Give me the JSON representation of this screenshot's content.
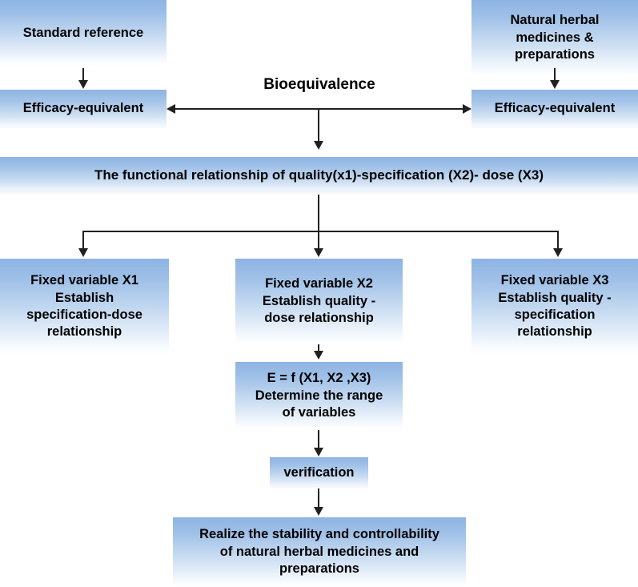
{
  "diagram": {
    "title_label": "Bioequivalence",
    "nodes": {
      "standard_reference": "Standard reference",
      "natural_herbal": "Natural herbal medicines & preparations",
      "natural_herbal_lines": [
        "Natural herbal",
        "medicines &",
        "preparations"
      ],
      "efficacy_equivalent_left": "Efficacy-equivalent",
      "efficacy_equivalent_right": "Efficacy-equivalent",
      "functional_relationship": "The functional relationship of quality(x1)-specification (X2)- dose (X3)",
      "fixed_variable_x1_lines": [
        "Fixed variable X1",
        "Establish",
        "specification-dose",
        "relationship"
      ],
      "fixed_variable_x2_lines": [
        "Fixed variable X2",
        "Establish quality -",
        "dose relationship"
      ],
      "fixed_variable_x3_lines": [
        "Fixed variable X3",
        "Establish quality -",
        "specification",
        "relationship"
      ],
      "equation_lines": [
        "E = f (X1, X2 ,X3)",
        "Determine the range",
        "of variables"
      ],
      "verification": "verification",
      "outcome_lines": [
        "Realize the stability and controllability",
        "of natural herbal medicines and",
        "preparations"
      ]
    },
    "colors": {
      "box_blue_top": "#8db4e3",
      "box_blue_mid": "#c9dcf1",
      "box_white_bottom": "#ffffff",
      "connector": "#231f20",
      "text": "#000000",
      "page_background": "#ffffff"
    }
  }
}
